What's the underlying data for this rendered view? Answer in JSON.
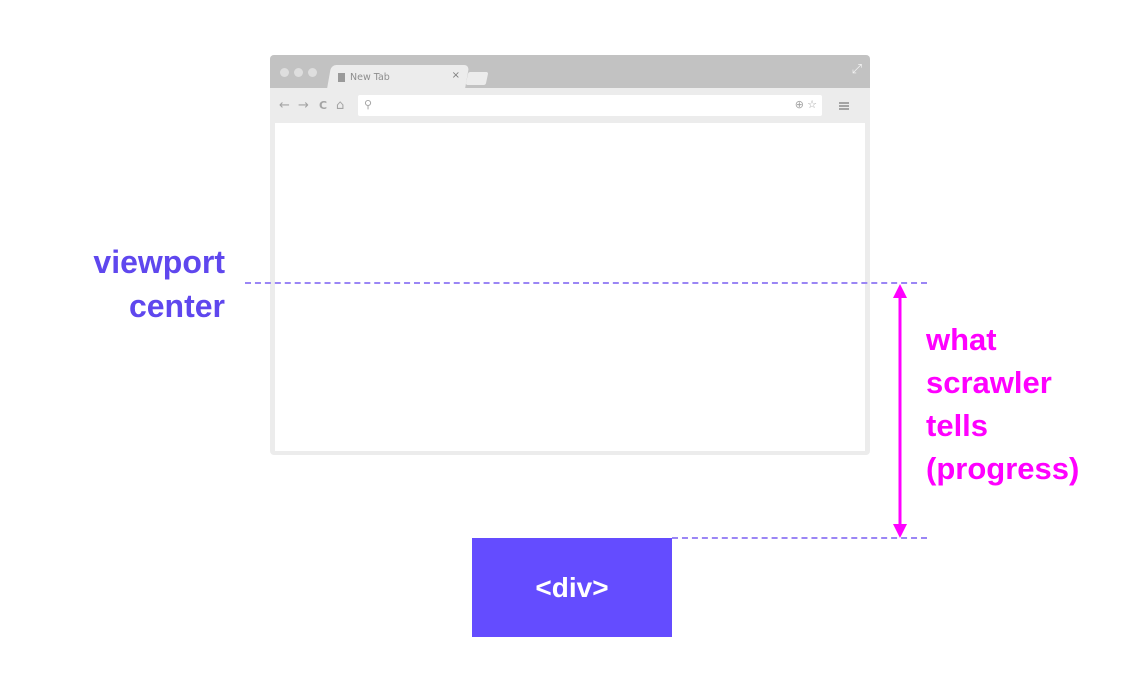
{
  "browser": {
    "tab_title": "New Tab",
    "tab_close": "×",
    "fullscreen_icon": "⤢",
    "nav": {
      "back": "←",
      "forward": "→",
      "reload": "C",
      "home": "⌂"
    },
    "omnibox": {
      "search_icon": "🔍",
      "zoom_icon": "⊕",
      "star_icon": "☆",
      "value": ""
    }
  },
  "annotations": {
    "viewport_center_label": "viewport\ncenter",
    "progress_label_lines": [
      "what",
      "scrawler",
      "tells",
      "(progress)"
    ],
    "element_label": "<div>"
  },
  "colors": {
    "center_line": "#9b86f5",
    "center_text": "#5f47ee",
    "progress": "#ff00ff",
    "element_box": "#644cff",
    "chrome": "#c2c2c2"
  },
  "icons": [
    "document-icon",
    "close-icon",
    "fullscreen-icon",
    "back-arrow-icon",
    "forward-arrow-icon",
    "reload-icon",
    "home-icon",
    "search-icon",
    "zoom-icon",
    "star-icon",
    "menu-icon",
    "double-arrow-icon"
  ]
}
